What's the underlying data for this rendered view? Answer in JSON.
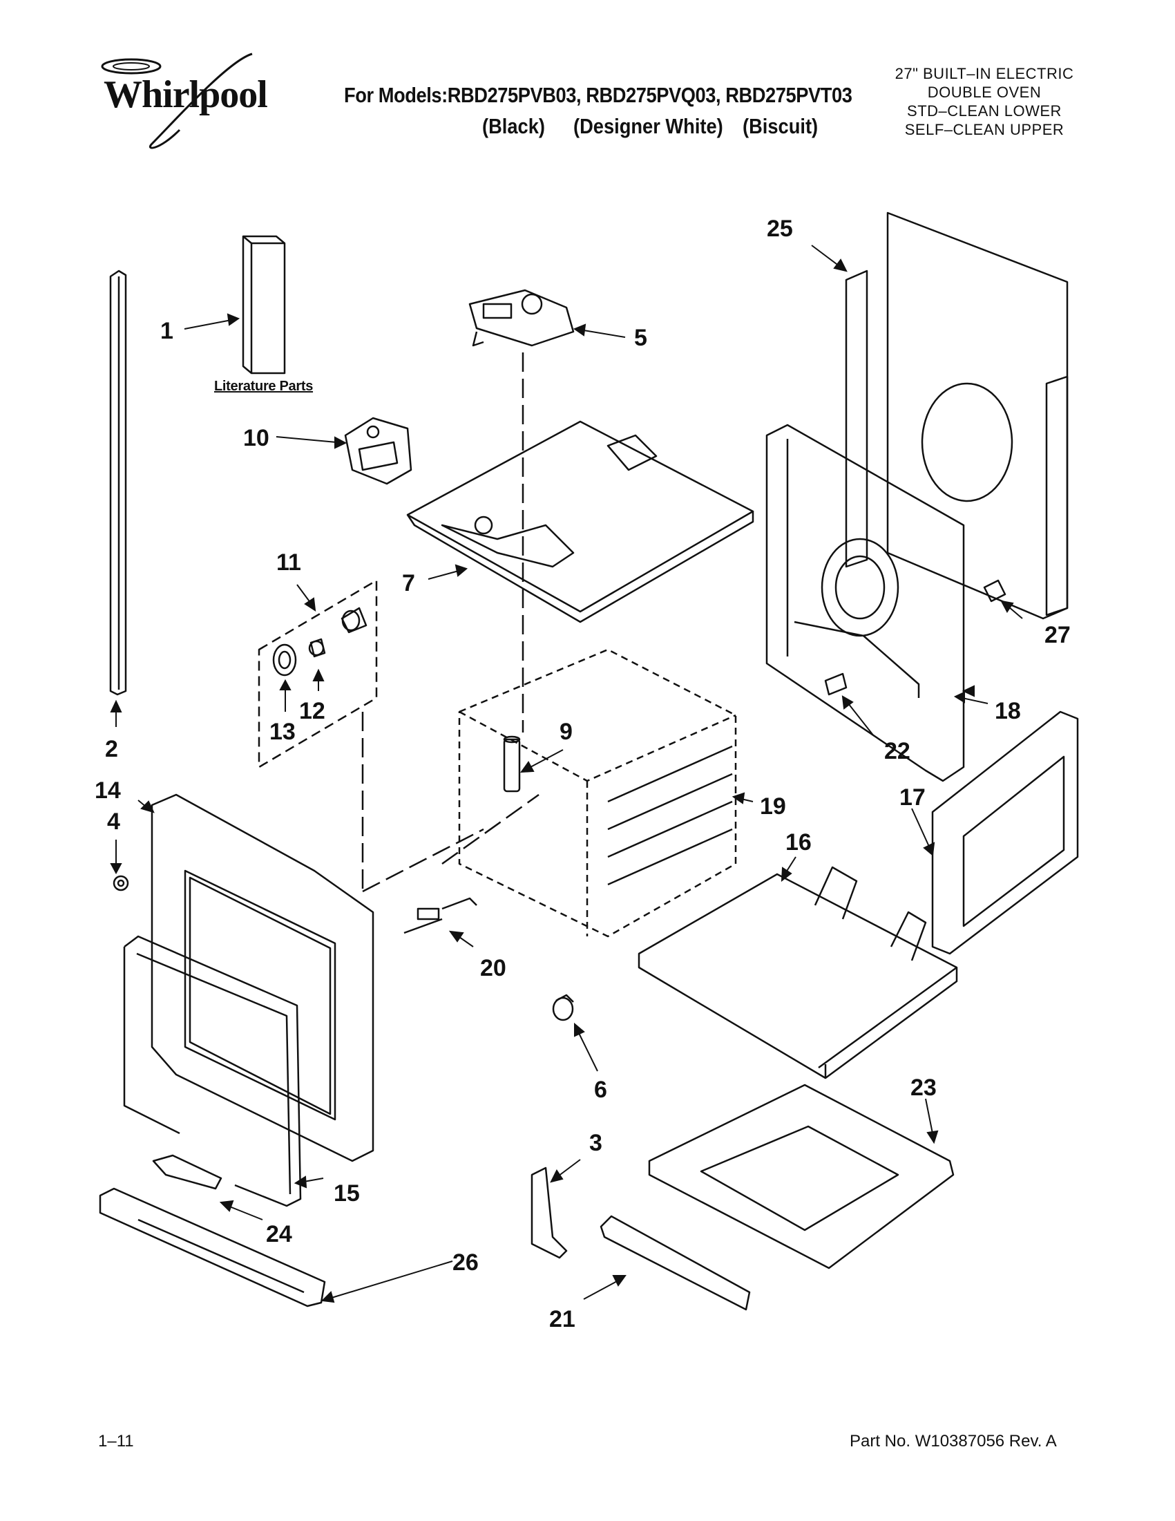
{
  "header": {
    "brand": "Whirlpool",
    "models_line": "For Models:RBD275PVB03, RBD275PVQ03, RBD275PVT03",
    "color_black": "(Black)",
    "color_white": "(Designer White)",
    "color_biscuit": "(Biscuit)",
    "description": [
      "27\" BUILT–IN ELECTRIC",
      "DOUBLE OVEN",
      "STD–CLEAN LOWER",
      "SELF–CLEAN UPPER"
    ]
  },
  "diagram": {
    "literature_label": "Literature Parts",
    "callouts": [
      "1",
      "2",
      "3",
      "4",
      "5",
      "6",
      "7",
      "9",
      "10",
      "11",
      "12",
      "13",
      "14",
      "15",
      "16",
      "17",
      "18",
      "19",
      "20",
      "21",
      "22",
      "23",
      "24",
      "25",
      "26",
      "27"
    ]
  },
  "footer": {
    "page": "1–11",
    "part_no": "Part No. W10387056 Rev. A"
  }
}
